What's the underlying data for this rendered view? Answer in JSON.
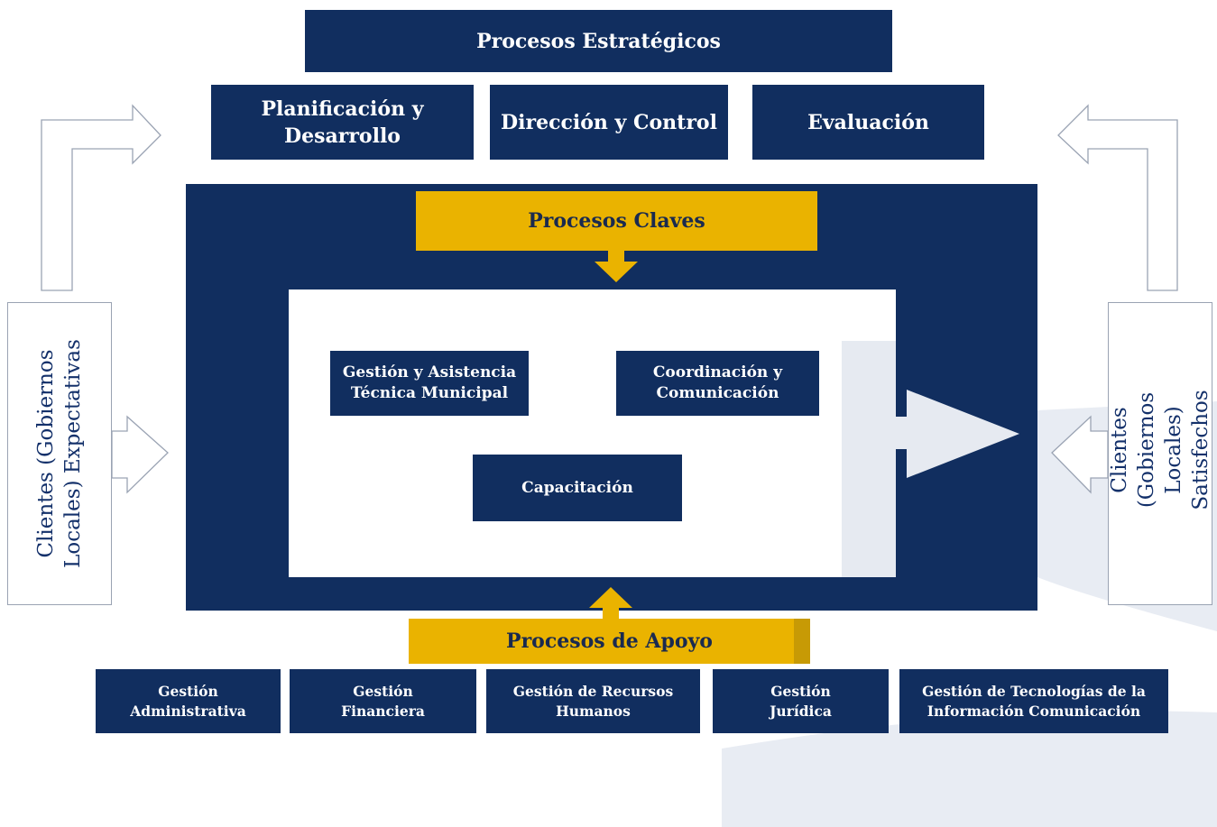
{
  "strategic": {
    "title": "Procesos Estratégicos",
    "items": [
      "Planificación y\nDesarrollo",
      "Dirección y Control",
      "Evaluación"
    ]
  },
  "key": {
    "title": "Procesos Claves",
    "items": [
      "Gestión y Asistencia\nTécnica Municipal",
      "Coordinación y\nComunicación",
      "Capacitación"
    ]
  },
  "support": {
    "title": "Procesos de Apoyo",
    "items": [
      "Gestión\nAdministrativa",
      "Gestión\nFinanciera",
      "Gestión de Recursos\nHumanos",
      "Gestión\nJurídica",
      "Gestión de Tecnologías de la\nInformación Comunicación"
    ]
  },
  "clients": {
    "left": "Clientes (Gobiernos\nLocales) Expectativas",
    "right": "Clientes (Gobiernos\nLocales) Satisfechos"
  },
  "colors": {
    "navy": "#112e5f",
    "gold": "#eab300",
    "pale": "#e3e8f0"
  }
}
